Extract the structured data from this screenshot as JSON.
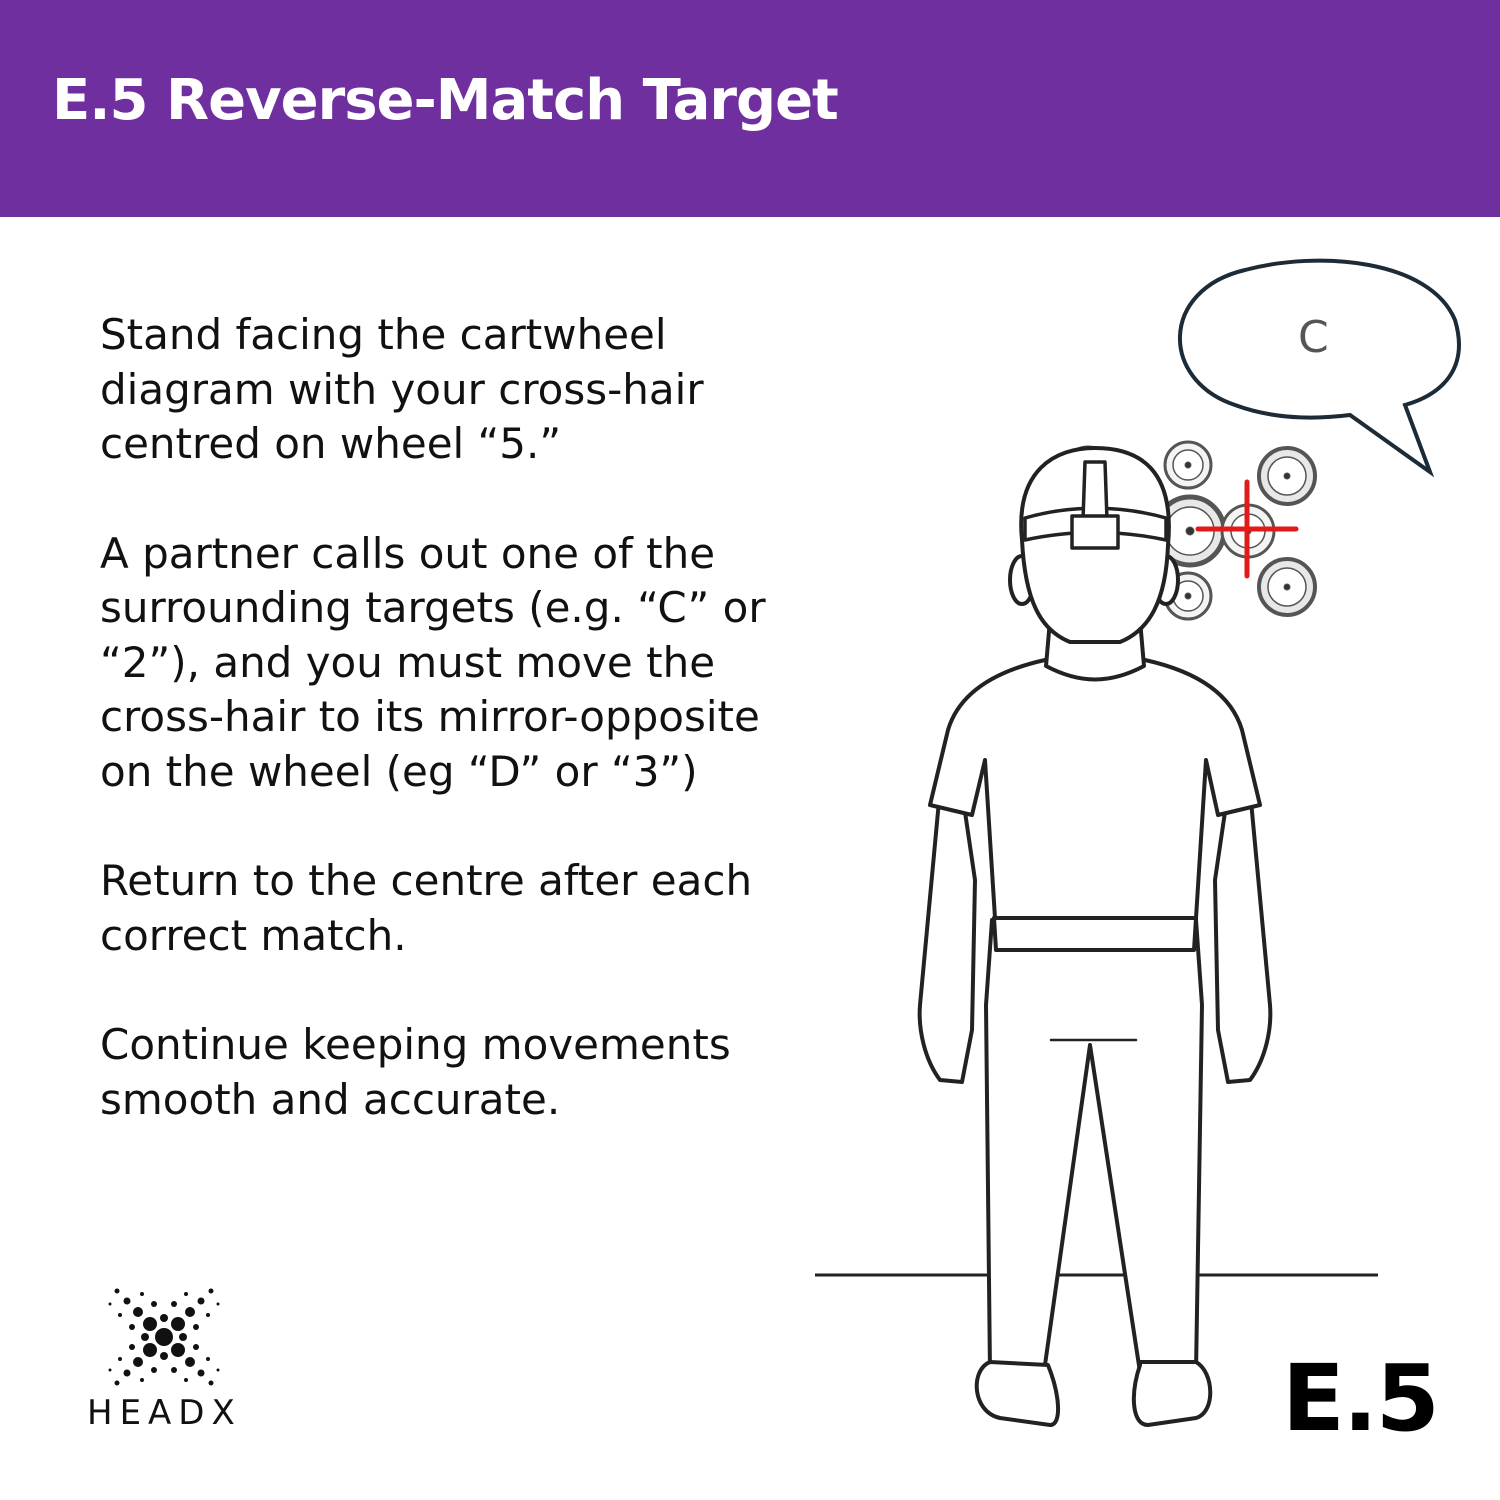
{
  "header": {
    "title": "E.5 Reverse-Match Target"
  },
  "instructions": [
    "Stand facing the cartwheel diagram with your cross-hair centred on wheel “5.”",
    "A partner calls out one of the surrounding targets (e.g. “C” or “2”), and you must move the cross-hair to its mirror-opposite on the wheel (eg “D” or “3”)",
    "Return to the centre after each correct match.",
    "Continue keeping movements smooth and accurate."
  ],
  "speech_bubble": {
    "text": "C"
  },
  "brand": {
    "name": "HEADX"
  },
  "code": "E.5",
  "colors": {
    "header": "#6f2f9f",
    "crosshair": "#e11a1a"
  }
}
